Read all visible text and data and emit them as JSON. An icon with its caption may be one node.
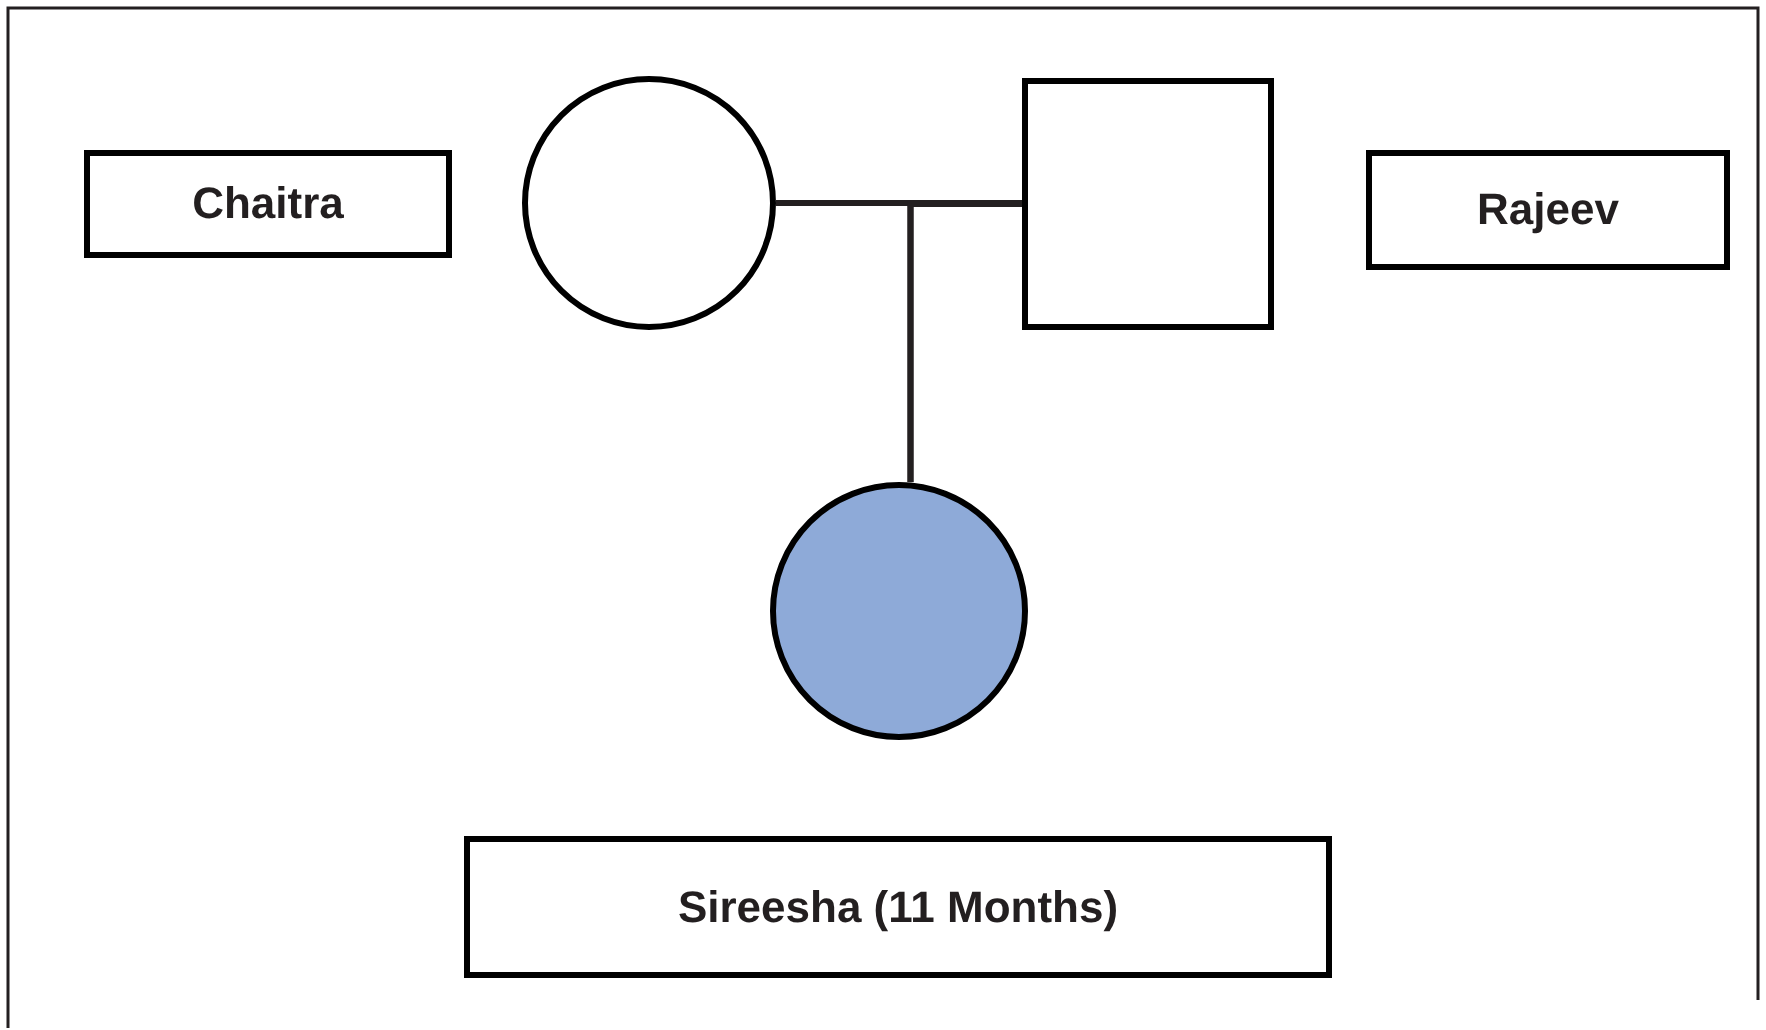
{
  "diagram": {
    "nodes": [
      {
        "text": [
          "Chaitra"
        ]
      },
      {
        "text": [],
        "shape": "circle"
      },
      {
        "text": [],
        "shape": "box"
      },
      {
        "text": [
          "Rajeev"
        ]
      },
      {
        "text": [],
        "shape": "circle"
      },
      {
        "text": [
          "Sireesha (11 Months)"
        ]
      }
    ],
    "edges": [
      {
        "from": 1,
        "to": 2,
        "arrow": "none"
      },
      {
        "from": 1,
        "to": 4,
        "arrow": "none"
      },
      {
        "from": 2,
        "to": 4,
        "arrow": "none"
      }
    ]
  }
}
